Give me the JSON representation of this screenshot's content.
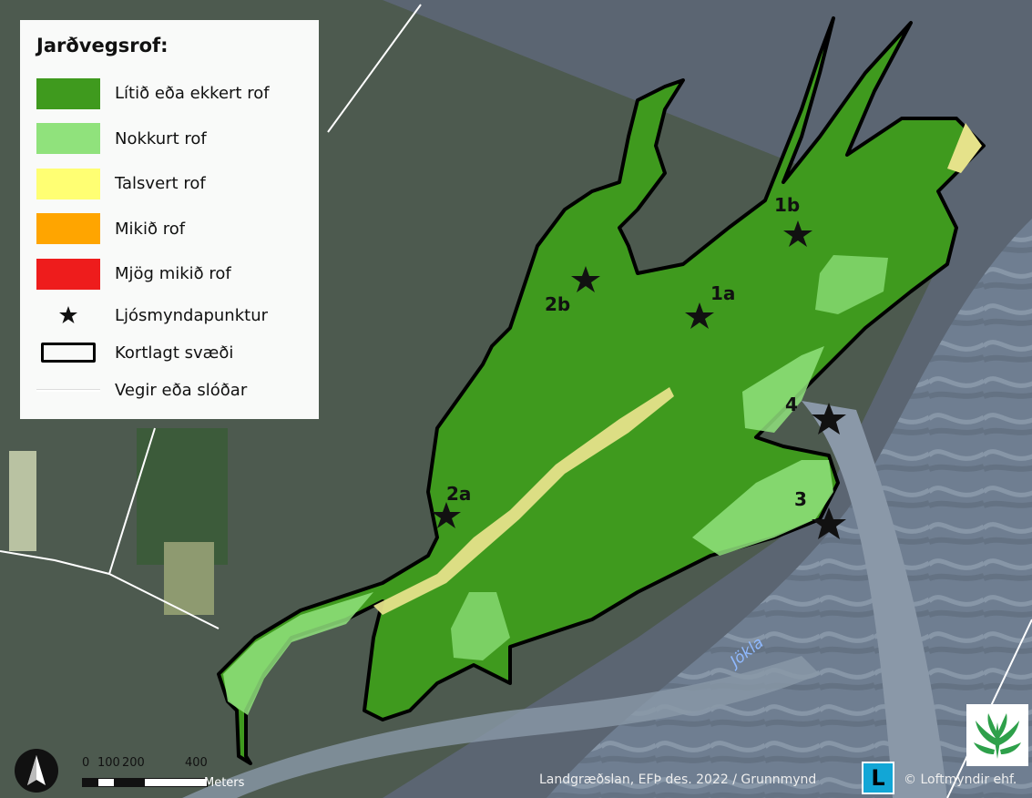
{
  "legend": {
    "title": "Jarðvegsrof:",
    "classes": [
      {
        "label": "Lítið eða ekkert rof",
        "color": "#3f9a1e"
      },
      {
        "label": "Nokkurt rof",
        "color": "#90e27c"
      },
      {
        "label": "Talsvert rof",
        "color": "#ffff73"
      },
      {
        "label": "Mikið rof",
        "color": "#ffa500"
      },
      {
        "label": "Mjög mikið rof",
        "color": "#ee1c1c"
      }
    ],
    "photo_point_label": "Ljósmyndapunktur",
    "mapped_area_label": "Kortlagt svæði",
    "roads_label": "Vegir eða slóðar"
  },
  "photo_points": [
    "1a",
    "1b",
    "2a",
    "2b",
    "3",
    "4"
  ],
  "river_name": "Jökla",
  "scale": {
    "ticks": [
      "0",
      "100",
      "200",
      "400"
    ],
    "unit": "Meters"
  },
  "credits": {
    "left": "Landgræðslan, EFÞ des. 2022 / Grunnmynd",
    "right": "© Loftmyndir ehf."
  },
  "logo_letter": "L",
  "colors": {
    "river": "#7f8fa3",
    "land": "#4d5a4f",
    "boundary": "#000000",
    "road": "#ffffff"
  }
}
